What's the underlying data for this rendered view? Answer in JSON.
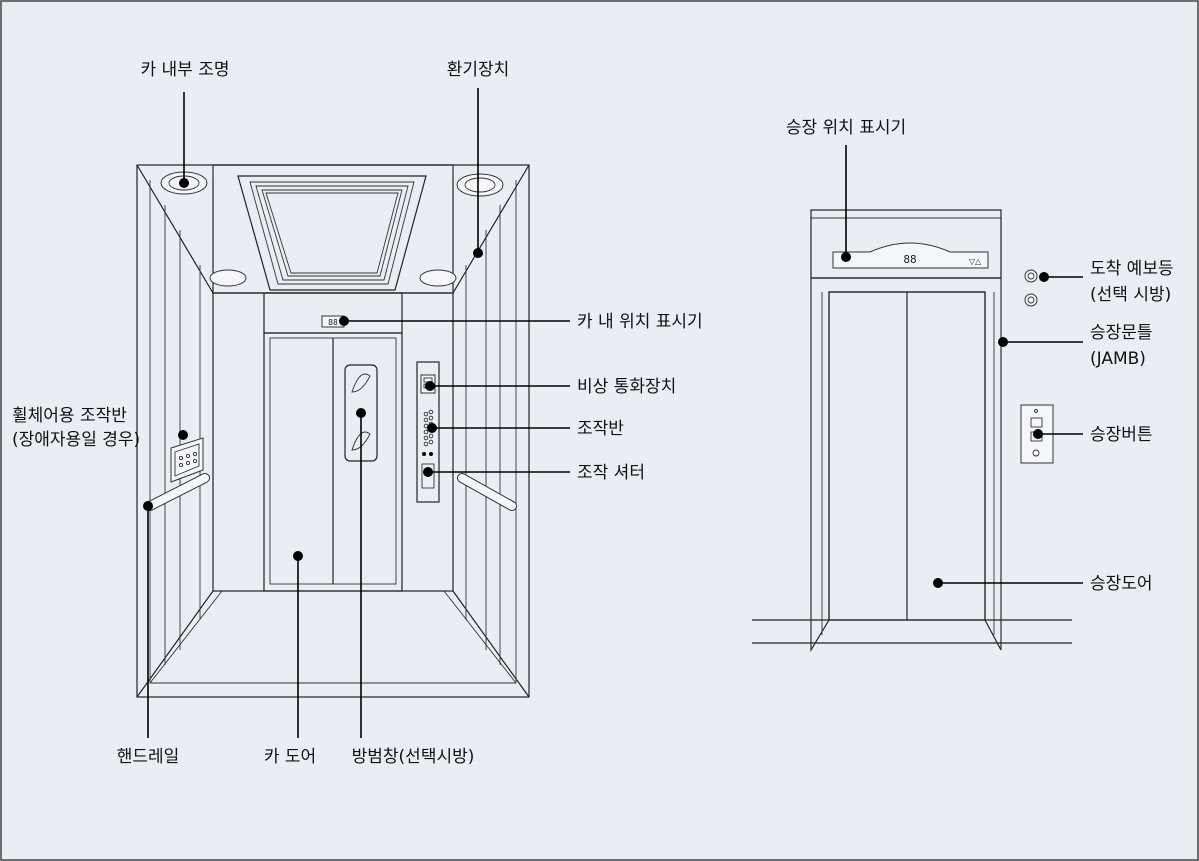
{
  "colors": {
    "background": "#e9eef5",
    "line": "#222222",
    "callout": "#000000"
  },
  "labels": {
    "car_lighting": "카 내부 조명",
    "ventilation": "환기장치",
    "car_position_indicator": "카 내 위치 표시기",
    "emergency_intercom": "비상 통화장치",
    "wheelchair_panel_line1": "휠체어용 조작반",
    "wheelchair_panel_line2": "(장애자용일 경우)",
    "operating_panel": "조작반",
    "operating_shutter": "조작 셔터",
    "handrail": "핸드레일",
    "car_door": "카 도어",
    "security_window": "방범창(선택시방)",
    "hall_position_indicator": "승장 위치 표시기",
    "arrival_lantern_line1": "도착 예보등",
    "arrival_lantern_line2": "(선택 시방)",
    "hall_jamb_line1": "승장문틀",
    "hall_jamb_line2": "(JAMB)",
    "hall_button": "승장버튼",
    "hall_door": "승장도어"
  },
  "displays": {
    "car_indicator_digits": "88",
    "hall_indicator_digits": "88"
  }
}
